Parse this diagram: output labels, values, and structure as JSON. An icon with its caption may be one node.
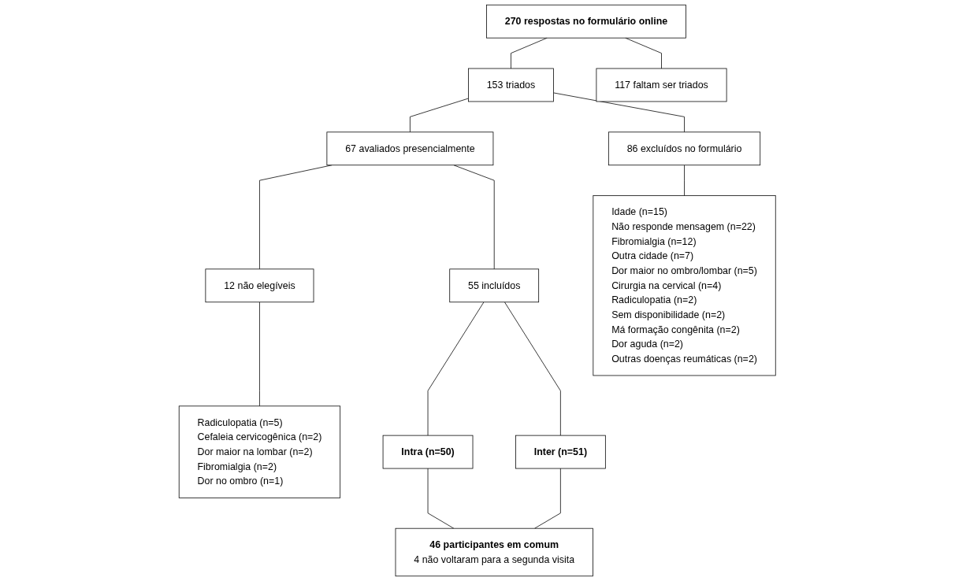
{
  "diagram": {
    "nodes": [
      {
        "text": [
          "270 respostas no formulário online"
        ]
      },
      {
        "text": [
          "153 triados"
        ]
      },
      {
        "text": [
          "117 faltam ser triados"
        ]
      },
      {
        "text": [
          "86 excluídos no formulário"
        ]
      },
      {
        "text": [
          "67 avaliados presencialmente"
        ]
      },
      {
        "text": [
          "12 não elegíveis"
        ]
      },
      {
        "text": [
          "55 incluídos"
        ]
      },
      {
        "text": [
          "Idade (n=15)",
          "Não responde mensagem (n=22)",
          "Fibromialgia (n=12)",
          "Outra cidade (n=7)",
          "Dor maior no ombro/lombar (n=5)",
          "Cirurgia na cervical (n=4)",
          "Radiculopatia (n=2)",
          "Sem disponibilidade (n=2)",
          "Má formação congênita (n=2)",
          "Dor aguda (n=2)",
          "Outras doenças reumáticas (n=2)"
        ]
      },
      {
        "text": [
          "Radiculopatia (n=5)",
          "Cefaleia cervicogênica (n=2)",
          "Dor maior na lombar (n=2)",
          "Fibromialgia (n=2)",
          "Dor no ombro (n=1)"
        ]
      },
      {
        "text": [
          "Intra (n=50)"
        ]
      },
      {
        "text": [
          "Inter (n=51)"
        ]
      },
      {
        "text": [
          "46 participantes em comum",
          "4 não voltaram para a segunda visita"
        ]
      }
    ],
    "edges": [
      {
        "from": 0,
        "to": 1,
        "arrow": "none"
      },
      {
        "from": 0,
        "to": 2,
        "arrow": "none"
      },
      {
        "from": 1,
        "to": 3,
        "arrow": "none"
      },
      {
        "from": 1,
        "to": 4,
        "arrow": "none"
      },
      {
        "from": 3,
        "to": 7,
        "arrow": "none"
      },
      {
        "from": 4,
        "to": 5,
        "arrow": "none"
      },
      {
        "from": 4,
        "to": 6,
        "arrow": "none"
      },
      {
        "from": 5,
        "to": 8,
        "arrow": "none"
      },
      {
        "from": 6,
        "to": 9,
        "arrow": "none"
      },
      {
        "from": 6,
        "to": 10,
        "arrow": "none"
      },
      {
        "from": 9,
        "to": 11,
        "arrow": "none"
      },
      {
        "from": 10,
        "to": 11,
        "arrow": "none"
      }
    ]
  }
}
